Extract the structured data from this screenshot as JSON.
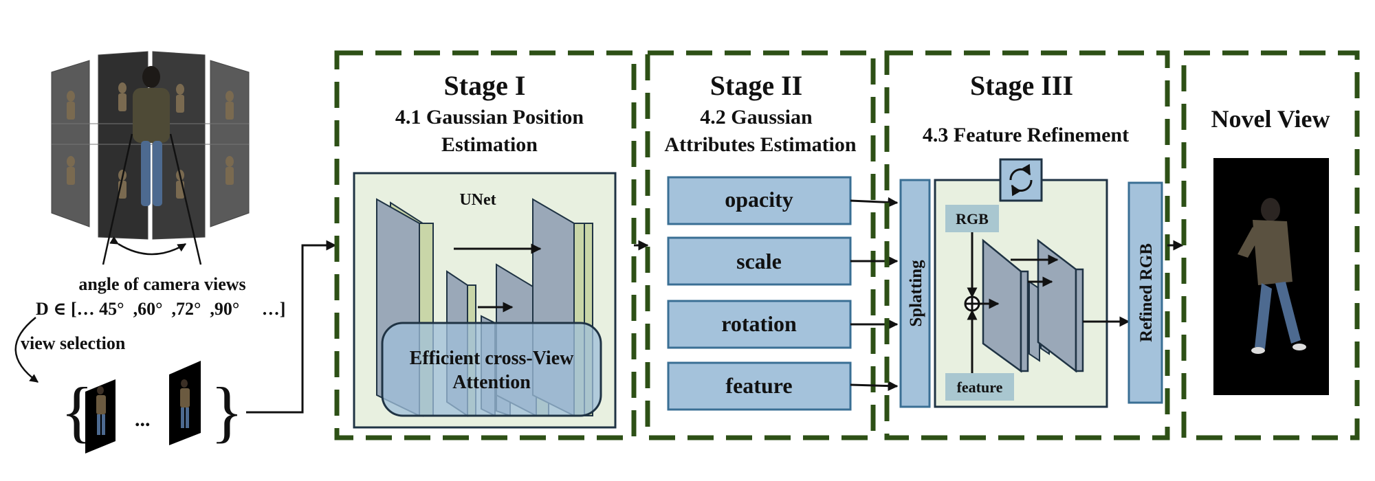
{
  "input": {
    "caption": "angle of camera views",
    "angles": "D ∈ [… 45°  ,60°  ,72°  ,90°     …]",
    "selection": "view selection",
    "ellipsis": "..."
  },
  "stage1": {
    "title": "Stage I",
    "subtitle_line1": "4.1 Gaussian Position",
    "subtitle_line2": "Estimation",
    "unet": "UNet",
    "attention_line1": "Efficient cross-View",
    "attention_line2": "Attention"
  },
  "stage2": {
    "title": "Stage II",
    "subtitle_line1": "4.2 Gaussian",
    "subtitle_line2": "Attributes Estimation",
    "attributes": [
      "opacity",
      "scale",
      "rotation",
      "feature"
    ]
  },
  "stage3": {
    "title": "Stage III",
    "subtitle": "4.3 Feature Refinement",
    "splatting": "Splatting",
    "rgb": "RGB",
    "feature": "feature",
    "refined": "Refined RGB"
  },
  "output": {
    "title": "Novel View"
  },
  "colors": {
    "dash": "#2d5016",
    "panel": "#e8f0e0",
    "box": "#a4c2db",
    "box_stroke": "#3a6f94",
    "layer": "#9aa8b8",
    "layer_edge": "#c9d6a8"
  }
}
